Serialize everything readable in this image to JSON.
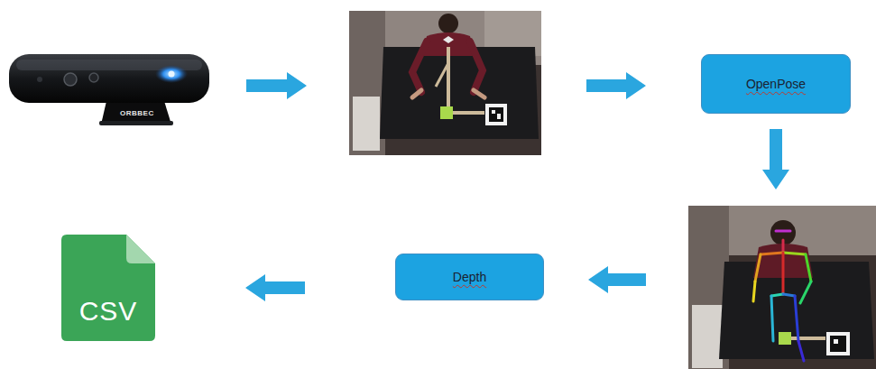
{
  "diagram": {
    "nodes": [
      {
        "text": [
          "OpenPose"
        ]
      },
      {
        "text": [
          "Depth"
        ]
      },
      {
        "text": [
          "CSV"
        ]
      }
    ],
    "edges": [
      {
        "from": 1,
        "to": 2,
        "arrow": "to"
      }
    ],
    "labels": [
      "ORBBEC"
    ]
  }
}
